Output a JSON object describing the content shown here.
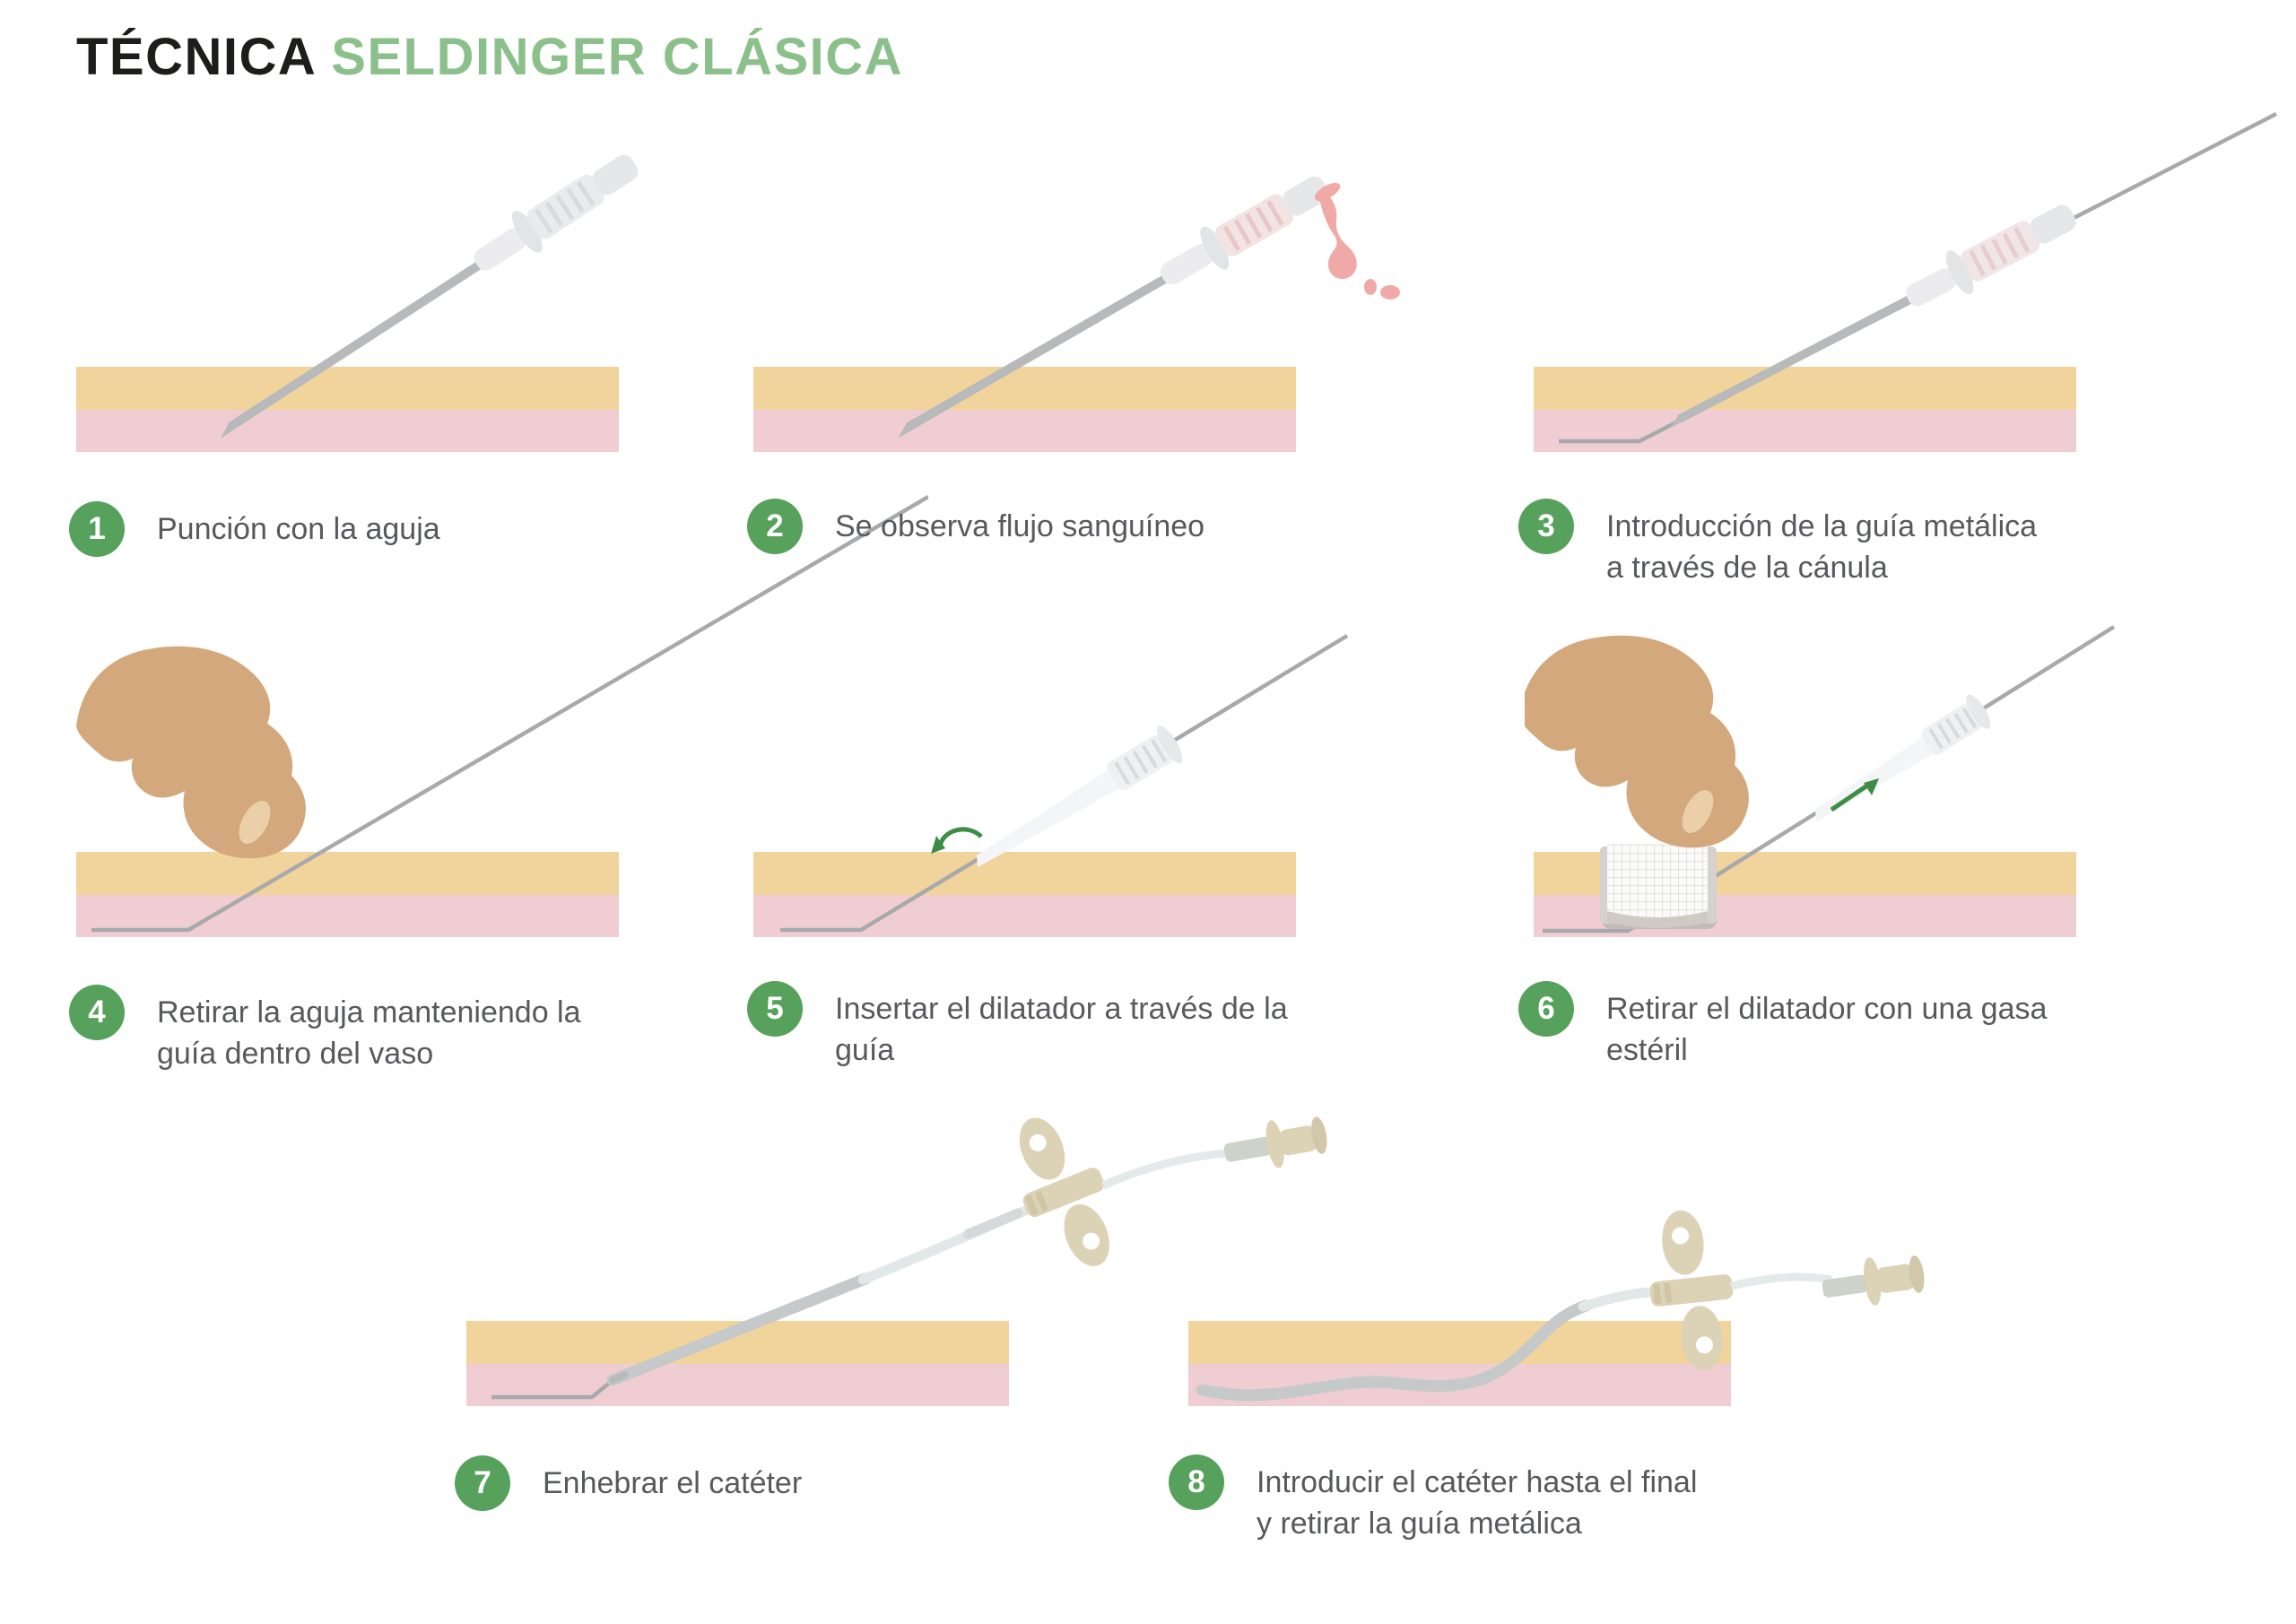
{
  "title": {
    "part1": "TÉCNICA",
    "part2": "SELDINGER CLÁSICA"
  },
  "colors": {
    "accent_green": "#56a15c",
    "title_green": "#8bc08b",
    "title_dark": "#1d1d1b",
    "caption_text": "#58595c",
    "skin_layer": "#f1d49c",
    "vessel_layer": "#f0cdd2",
    "arrow_green": "#3e8d46",
    "blood_pink": "#f1a9a8"
  },
  "steps": [
    {
      "number": "1",
      "label": "Punción con la aguja"
    },
    {
      "number": "2",
      "label": "Se observa flujo sanguíneo"
    },
    {
      "number": "3",
      "label": "Introducción de la guía metálica\na través de la cánula"
    },
    {
      "number": "4",
      "label": "Retirar la aguja manteniendo la\nguía dentro del vaso"
    },
    {
      "number": "5",
      "label": "Insertar el dilatador a través de la\nguía"
    },
    {
      "number": "6",
      "label": "Retirar el dilatador con una gasa\nestéril"
    },
    {
      "number": "7",
      "label": "Enhebrar el catéter"
    },
    {
      "number": "8",
      "label": "Introducir el catéter hasta el final\ny retirar la guía metálica"
    }
  ]
}
